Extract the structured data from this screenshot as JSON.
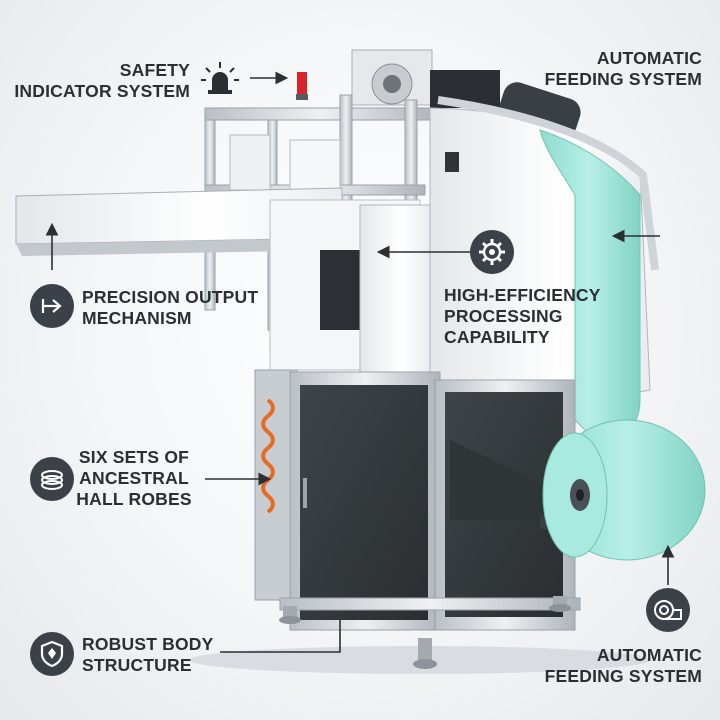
{
  "labels": {
    "safety": {
      "line1": "SAFETY",
      "line2": "INDICATOR SYSTEM"
    },
    "feeding_top": {
      "line1": "AUTOMATIC",
      "line2": "FEEDING SYSTEM"
    },
    "precision": {
      "line1": "PRECISION OUTPUT",
      "line2": "MECHANISM"
    },
    "efficiency": {
      "line1": "HIGH-EFFICIENCY",
      "line2": "PROCESSING",
      "line3": "CAPABILITY"
    },
    "six_sets": {
      "line1": "SIX SETS OF",
      "line2": "ANCESTRAL",
      "line3": "HALL ROBES"
    },
    "robust": {
      "line1": "ROBUST BODY",
      "line2": "STRUCTURE"
    },
    "feeding_bottom": {
      "line1": "AUTOMATIC",
      "line2": "FEEDING SYSTEM"
    }
  },
  "icons": [
    "alarm-light-icon",
    "output-arrow-icon",
    "gear-icon",
    "coil-icon",
    "shield-icon",
    "film-roll-icon"
  ],
  "colors": {
    "label_text": "#2b2f33",
    "icon_bg": "#3b4148",
    "film": "#9fe3d8",
    "frame": "#c9ced3",
    "panel": "#33383c"
  }
}
